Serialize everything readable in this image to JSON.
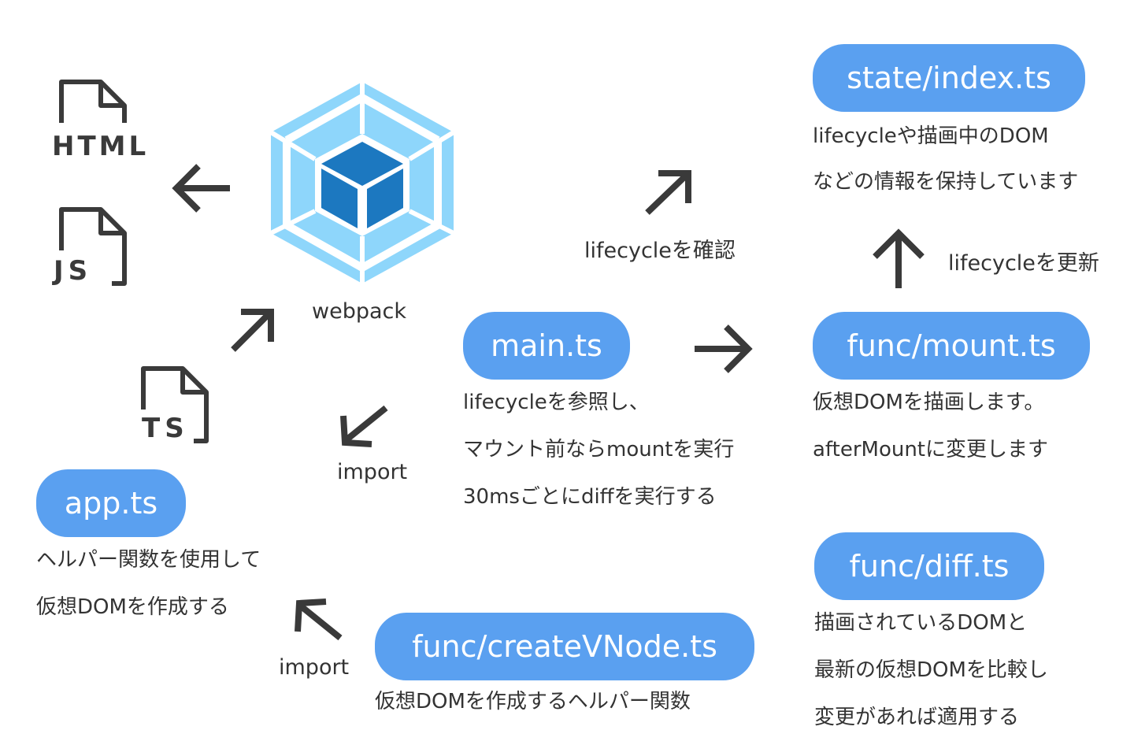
{
  "icons": {
    "html_file": "HTML",
    "js_file": "JS",
    "ts_file": "TS"
  },
  "webpack_label": "webpack",
  "colors": {
    "pill": "#5aa0f0",
    "webpack_light": "#8ed6fb",
    "webpack_dark": "#1c78c0",
    "arrow": "#3a3a3a"
  },
  "nodes": {
    "state_index": {
      "label": "state/index.ts",
      "desc": [
        "lifecycleや描画中のDOM",
        "などの情報を保持しています"
      ]
    },
    "main": {
      "label": "main.ts",
      "desc": [
        "lifecycleを参照し、",
        "マウント前ならmountを実行",
        "30msごとにdiffを実行する"
      ]
    },
    "mount": {
      "label": "func/mount.ts",
      "desc": [
        "仮想DOMを描画します。",
        "afterMountに変更します"
      ]
    },
    "diff": {
      "label": "func/diff.ts",
      "desc": [
        "描画されているDOMと",
        "最新の仮想DOMを比較し",
        "変更があれば適用する"
      ]
    },
    "app": {
      "label": "app.ts",
      "desc": [
        "ヘルパー関数を使用して",
        "仮想DOMを作成する"
      ]
    },
    "create_vnode": {
      "label": "func/createVNode.ts",
      "desc": [
        "仮想DOMを作成するヘルパー関数"
      ]
    }
  },
  "edge_labels": {
    "check_lifecycle": "lifecycleを確認",
    "update_lifecycle": "lifecycleを更新",
    "import_app": "import",
    "import_vnode": "import"
  }
}
